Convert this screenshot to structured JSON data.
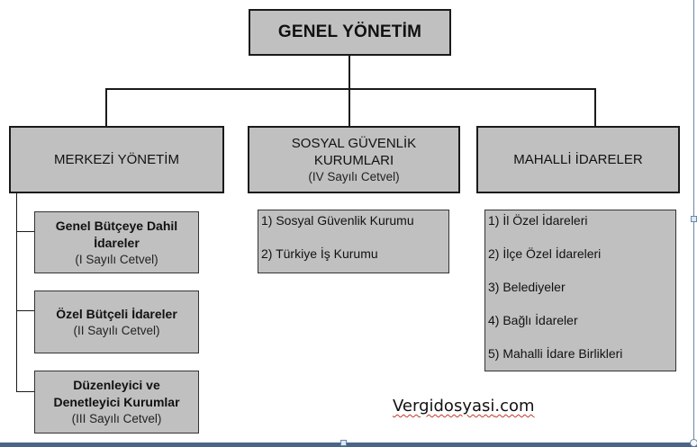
{
  "root": {
    "title": "GENEL YÖNETİM"
  },
  "branches": [
    {
      "title": "MERKEZİ YÖNETİM"
    },
    {
      "title_line1": "SOSYAL GÜVENLİK",
      "title_line2": "KURUMLARI",
      "subtitle": "(IV Sayılı Cetvel)"
    },
    {
      "title": "MAHALLİ İDARELER"
    }
  ],
  "merkezi_children": [
    {
      "line1": "Genel Bütçeye Dahil",
      "line2": "İdareler",
      "subtitle": "(I Sayılı Cetvel)"
    },
    {
      "line1": "Özel Bütçeli İdareler",
      "subtitle": "(II Sayılı Cetvel)"
    },
    {
      "line1": "Düzenleyici ve",
      "line2": "Denetleyici Kurumlar",
      "subtitle": "(III Sayılı Cetvel)"
    }
  ],
  "sosyal_list": [
    "1) Sosyal Güvenlik Kurumu",
    "2) Türkiye İş Kurumu"
  ],
  "mahalli_list": [
    "1) İl Özel İdareleri",
    "2) İlçe Özel İdareleri",
    "3) Belediyeler",
    "4) Bağlı İdareler",
    "5) Mahalli İdare Birlikleri"
  ],
  "watermark": {
    "main": "Vergidosyasi",
    "suffix": ".com"
  },
  "colors": {
    "box_fill": "#c0c0c0",
    "border": "#1a1a1a",
    "frame": "#4a6588"
  }
}
